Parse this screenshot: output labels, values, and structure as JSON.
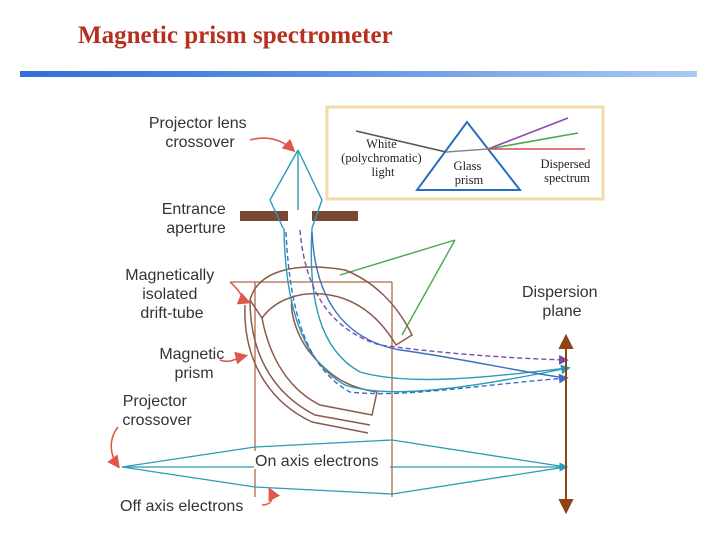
{
  "title": "Magnetic prism spectrometer",
  "labels": {
    "projector_lens_crossover": [
      "Projector lens",
      "crossover"
    ],
    "entrance_aperture": [
      "Entrance",
      "aperture"
    ],
    "drift_tube": [
      "Magnetically",
      "isolated",
      "drift-tube"
    ],
    "magnetic_prism": [
      "Magnetic",
      "prism"
    ],
    "projector_crossover": [
      "Projector",
      "crossover"
    ],
    "dispersion_plane": [
      "Dispersion",
      "plane"
    ],
    "on_axis": "On axis electrons",
    "off_axis": "Off axis electrons"
  },
  "inset": {
    "white": [
      "White",
      "(polychromatic)",
      "light"
    ],
    "glass_prism": [
      "Glass",
      "prism"
    ],
    "dispersed": [
      "Dispersed",
      "spectrum"
    ]
  },
  "colors": {
    "title": "#b5301e",
    "rule": "#2f6fd6",
    "arrow_red": "#e0584a",
    "aperture": "#7a4632",
    "drift_tube": "#8b5a4a",
    "beam_cyan": "#2a9bb8",
    "beam_blue": "#3a6fc4",
    "beam_purple": "#7a4aa8",
    "green": "#4aa84a",
    "axis": "#8b4513",
    "box": "#f3d9a8"
  }
}
